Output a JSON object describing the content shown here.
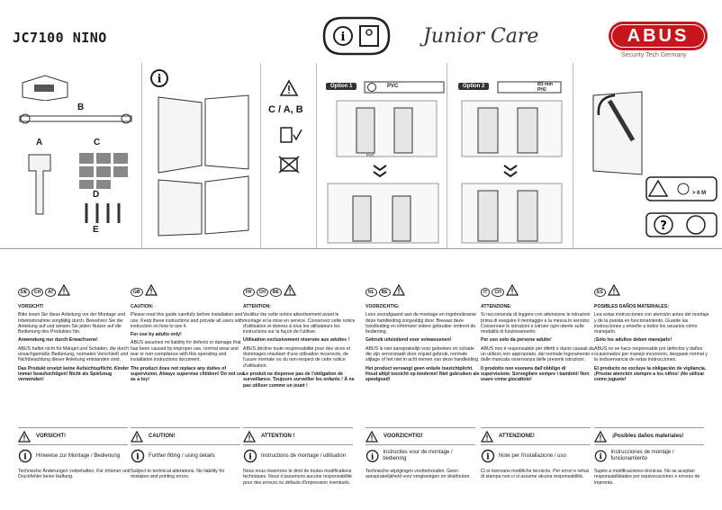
{
  "header": {
    "model": "JC7100 NINO",
    "brand_sub": "Junior Care",
    "brand": "ABUS",
    "tagline": "Security Tech Germany"
  },
  "figure": {
    "part_b": "B",
    "part_a": "A",
    "part_c": "C",
    "part_d": "D",
    "part_e": "E",
    "tools": "C / A, B",
    "option1": "Option 1",
    "option2": "Option 2",
    "pvc": "PVC",
    "pvc_label": "PVC",
    "distance": "> 6 M",
    "dim1": "Ø3 mm",
    "dim2": "PH2"
  },
  "languages": [
    {
      "flags": [
        "DE",
        "CH",
        "AT"
      ],
      "heading": "VORSICHT!",
      "text1": "Bitte lesen Sie diese Anleitung vor der Montage und Inbetriebnahme sorgfältig durch. Bewahren Sie die Anleitung auf und weisen Sie jeden Nutzer auf die Bedienung des Produktes hin.",
      "bold1": "Anwendung nur durch Erwachsene!",
      "text2": "ABUS haftet nicht für Mängel und Schäden, die durch unsachgemäße Bedienung, normalen Verschleiß und Nichtbeachtung dieser Anleitung entstanden sind.",
      "bold2": "Das Produkt ersetzt keine Aufsichtspflicht. Kinder immer beaufsichtigen! Nicht als Spielzeug verwenden!",
      "warn": "VORSICHT!",
      "info": "Hinweise zur Montage / Bedienung",
      "note": "Technische Änderungen vorbehalten. Für Irrtümer und Druckfehler keine Haftung."
    },
    {
      "flags": [
        "GB"
      ],
      "heading": "CAUTION:",
      "text1": "Please read this guide carefully before installation and use. Keep these instructions and provide all users with instruction on how to use it.",
      "bold1": "For use by adults only!",
      "text2": "ABUS assumes no liability for defects or damage that has been caused by improper use, normal wear and tear or non-compliance with this operating and installation instructions document.",
      "bold2": "The product does not replace any duties of supervision. Always supervise children! Do not use as a toy!",
      "warn": "CAUTION!",
      "info": "Further fitting / using details",
      "note": "Subject to technical alterations. No liability for mistakes and printing errors."
    },
    {
      "flags": [
        "FR",
        "CH",
        "BE"
      ],
      "heading": "ATTENTION:",
      "text1": "Veuillez lire cette notice attentivement avant le montage et la mise en service. Conservez cette notice d'utilisation et donnez à tous les utilisateurs les instructions sur la façon de l'utiliser.",
      "bold1": "Utilisation exclusivement réservée aux adultes !",
      "text2": "ABUS décline toute responsabilité pour des vices et dommages résultant d'une utilisation incorrecte, de l'usure normale ou du non-respect de cette notice d'utilisation.",
      "bold2": "Le produit ne dispense pas de l'obligation de surveillance. Toujours surveiller les enfants ! À ne pas utiliser comme un jouet !",
      "warn": "ATTENTION !",
      "info": "Instructions de montage / utilisation",
      "note": "Nous nous réservons le droit de toutes modifications techniques. Nous n'assumons aucune responsabilité pour des erreurs ou défauts d'impression éventuels."
    },
    {
      "flags": [
        "NL",
        "BE"
      ],
      "heading": "VOORZICHTIG:",
      "text1": "Lees voorafgaand aan de montage en ingebruikname deze handleiding zorgvuldig door. Bewaar deze handleiding en informeer iedere gebruiker omtrent de bediening.",
      "bold1": "Gebruik uitsluitend voor volwassenen!",
      "text2": "ABUS is niet aansprakelijk voor gebreken en schade die zijn veroorzaakt door onjuist gebruik, normale slijtage of het niet in acht nemen van deze handleiding.",
      "bold2": "Het product vervangt geen enkele toezichtplicht. Houd altijd toezicht op kinderen! Niet gebruiken als speelgoed!",
      "warn": "VOORZICHTIG!",
      "info": "Instructies voor de montage / bediening",
      "note": "Technische wijzigingen voorbehouden. Geen aansprakelijkheid voor vergissingen en drukfouten."
    },
    {
      "flags": [
        "IT",
        "CH"
      ],
      "heading": "ATTENZIONE:",
      "text1": "Si raccomanda di leggere con attenzione le istruzioni prima di eseguire il montaggio e la messa in servizio. Conservare le istruzioni e istruire ogni utente sulle modalità di funzionamento.",
      "bold1": "Per uso solo da persone adulte!",
      "text2": "ABUS non è responsabile per difetti o danni causati da un utilizzo non appropriato, dal normale logoramento o dalle mancata osservanza delle presenti istruzioni.",
      "bold2": "Il prodotto non esonera dall'obbligo di supervisione. Sorvegliare sempre i bambini! Non usare come giocattolo!",
      "warn": "ATTENZIONE!",
      "info": "Note per l'installazione / uso",
      "note": "Ci si riservano modifiche tecniche. Per errori e refusi di stampa non ci si assume alcuna responsabilità."
    },
    {
      "flags": [
        "ES"
      ],
      "heading": "POSIBLES DAÑOS MATERIALES:",
      "text1": "Lea estas instrucciones con atención antes del montaje y de la puesta en funcionamiento. Guarde las instrucciones y enseñe a todos los usuarios cómo manejarlo.",
      "bold1": "¡Solo los adultos deben manejarlo!",
      "text2": "ABUS no se hace responsable por defectos y daños ocasionados por manejo incorrecto, desgaste normal y la inobservancia de estas instrucciones.",
      "bold2": "El producto no excluye la obligación de vigilancia. ¡Prestar atención siempre a los niños! ¡No utilizar como juguete!",
      "warn": "¡Posibles daños materiales!",
      "info": "Instrucciones de montaje / funcionamiento",
      "note": "Sujeto a modificaciones técnicas. No se aceptan responsabilidades por equivocaciones o errores de imprenta."
    }
  ]
}
